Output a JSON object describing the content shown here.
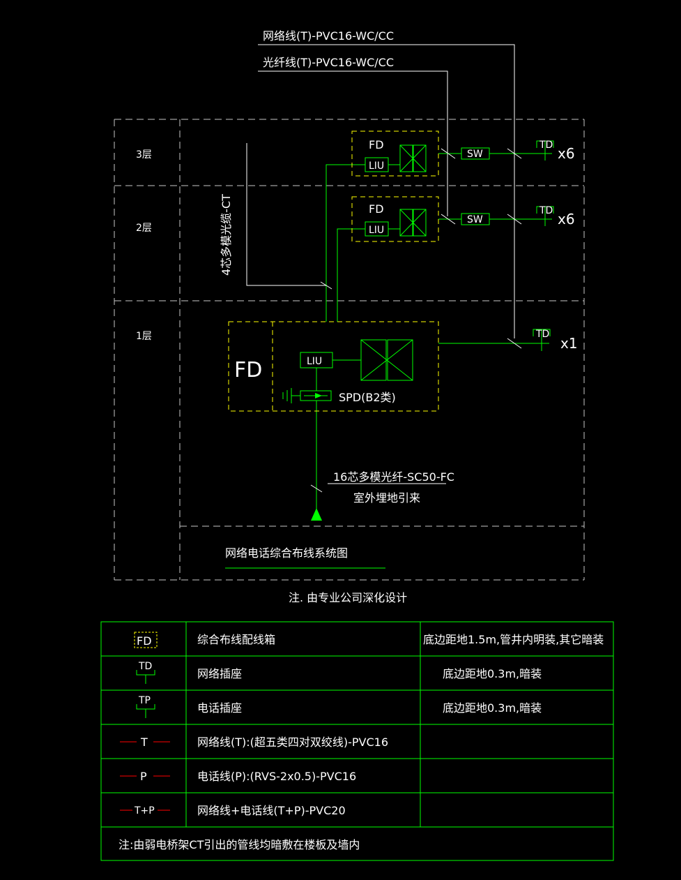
{
  "diagram": {
    "cable_top_1": "网络线(T)-PVC16-WC/CC",
    "cable_top_2": "光纤线(T)-PVC16-WC/CC",
    "floors": {
      "f3": "3层",
      "f2": "2层",
      "f1": "1层"
    },
    "fd_label": "FD",
    "liu_label": "LIU",
    "sw_label": "SW",
    "td_label": "TD",
    "count_f3": "x6",
    "count_f2": "x6",
    "count_f1": "x1",
    "vertical_cable": "4芯多模光缆-CT",
    "spd_label": "SPD(B2类)",
    "incoming_cable": "16芯多模光纤-SC50-FC",
    "incoming_note": "室外埋地引来",
    "diagram_title": "网络电话综合布线系统图",
    "note_design": "注. 由专业公司深化设计"
  },
  "legend": {
    "rows": [
      {
        "symbol": "FD",
        "desc": "综合布线配线箱",
        "remark": "底边距地1.5m,管井内明装,其它暗装"
      },
      {
        "symbol": "TD",
        "desc": "网络插座",
        "remark": "底边距地0.3m,暗装"
      },
      {
        "symbol": "TP",
        "desc": "电话插座",
        "remark": "底边距地0.3m,暗装"
      },
      {
        "symbol": "T",
        "desc": "网络线(T):(超五类四对双绞线)-PVC16",
        "remark": ""
      },
      {
        "symbol": "P",
        "desc": "电话线(P):(RVS-2x0.5)-PVC16",
        "remark": ""
      },
      {
        "symbol": "T+P",
        "desc": "网络线+电话线(T+P)-PVC20",
        "remark": ""
      }
    ],
    "footer_note": "注:由弱电桥架CT引出的管线均暗敷在楼板及墙内"
  },
  "colors": {
    "green": "#00ff00",
    "yellow": "#ffff00",
    "white": "#ffffff",
    "red": "#ff0000",
    "grey": "#c8c8c8"
  }
}
